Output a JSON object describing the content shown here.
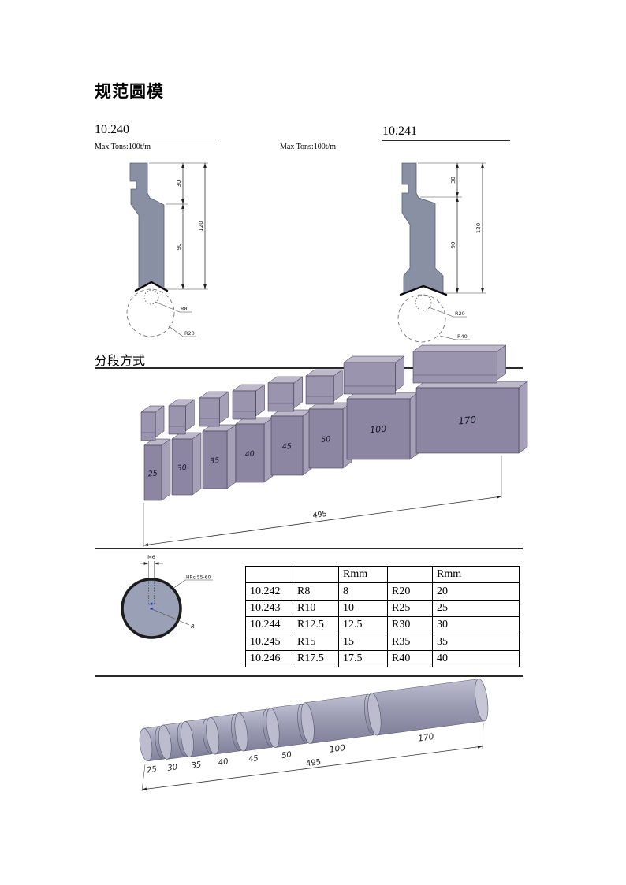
{
  "title": "规范圆模",
  "sections": {
    "left_die": {
      "code": "10.240",
      "max_tons": "Max Tons:100t/m",
      "dims": {
        "upper": "30",
        "lower": "90",
        "total": "120"
      },
      "radii": {
        "inner": "R8",
        "outer": "R20"
      }
    },
    "right_die": {
      "code": "10.241",
      "max_tons": "Max Tons:100t/m",
      "dims": {
        "upper": "30",
        "lower": "90",
        "total": "120"
      },
      "radii": {
        "inner": "R20",
        "outer": "R40"
      }
    },
    "segmentation": {
      "heading": "分段方式",
      "segment_labels": [
        "25",
        "30",
        "35",
        "40",
        "45",
        "50",
        "100",
        "170"
      ],
      "total_length": "495"
    },
    "round_die": {
      "thread_label": "M6",
      "hardness_label": "HRc 55-60",
      "radius_label": "R"
    },
    "size_table": {
      "headers": [
        "",
        "",
        "Rmm",
        "",
        "Rmm"
      ],
      "rows": [
        [
          "10.242",
          "R8",
          "8",
          "R20",
          "20"
        ],
        [
          "10.243",
          "R10",
          "10",
          "R25",
          "25"
        ],
        [
          "10.244",
          "R12.5",
          "12.5",
          "R30",
          "30"
        ],
        [
          "10.245",
          "R15",
          "15",
          "R35",
          "35"
        ],
        [
          "10.246",
          "R17.5",
          "17.5",
          "R40",
          "40"
        ]
      ]
    },
    "rod_segmentation": {
      "segment_labels": [
        "25",
        "30",
        "35",
        "40",
        "45",
        "50",
        "100",
        "170"
      ],
      "total_length": "495"
    }
  },
  "colors": {
    "die_fill": "#8a90a4",
    "die_edge": "#5a5f72",
    "block_face": "#8d86a2",
    "block_top": "#bdb9cb",
    "block_side": "#a59fb8",
    "rod_light": "#bcbcce",
    "rod_dark": "#80809a",
    "circle_fill": "#9aa0b5",
    "accent_blue": "#2233bb",
    "line": "#333333"
  }
}
